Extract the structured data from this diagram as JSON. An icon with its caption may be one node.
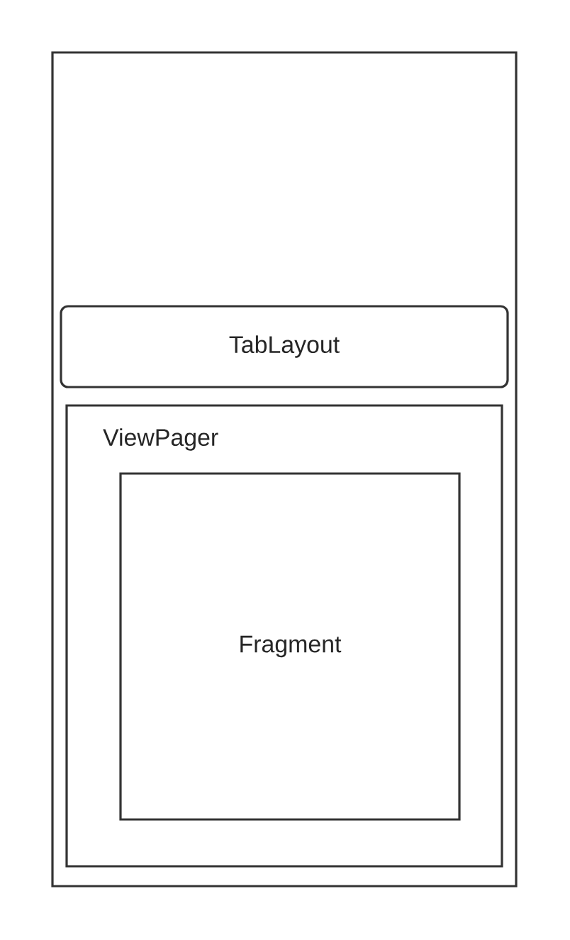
{
  "diagram": {
    "nodes": [
      {
        "text": [],
        "shape": "box"
      },
      {
        "text": [
          "TabLayout"
        ],
        "in": 0
      },
      {
        "text": [
          "ViewPager"
        ],
        "in": 0
      },
      {
        "text": [
          "Fragment"
        ],
        "in": 2
      }
    ]
  }
}
